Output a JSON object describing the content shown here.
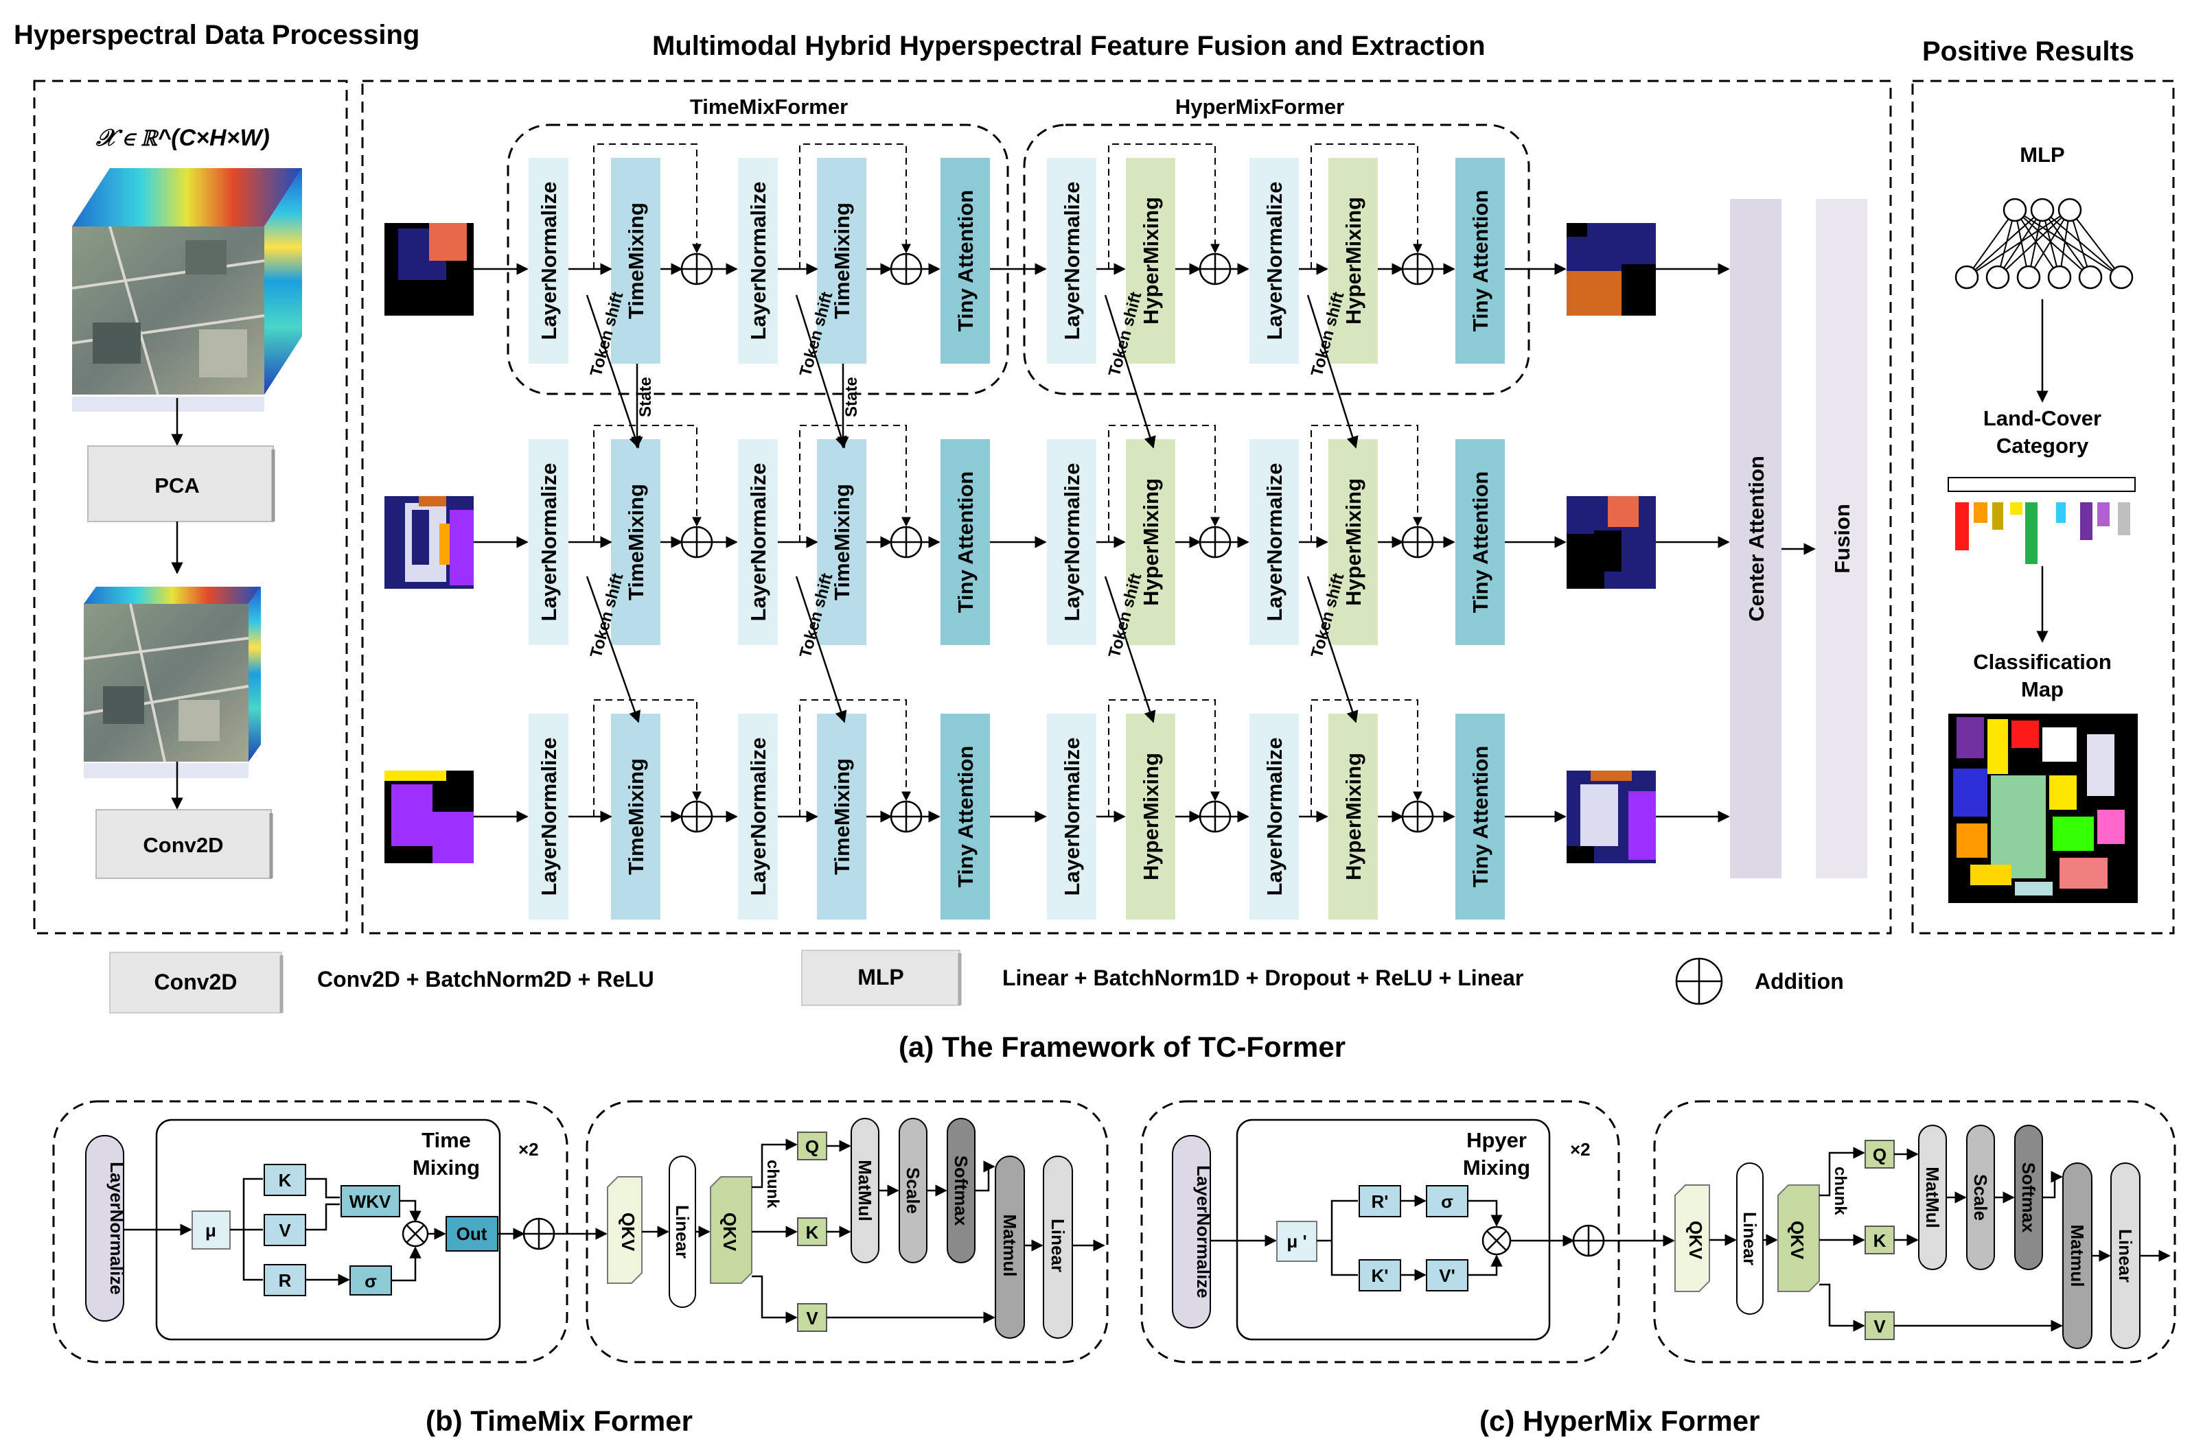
{
  "headings": {
    "left": "Hyperspectral Data Processing",
    "middle": "Multimodal Hybrid Hyperspectral Feature Fusion and Extraction",
    "right": "Positive Results"
  },
  "group_labels": {
    "timemix": "TimeMixFormer",
    "hypermix": "HyperMixFormer"
  },
  "math_label": "𝒳 ∈ ℝ^(C×H×W)",
  "preprocess": {
    "pca": "PCA",
    "conv2d": "Conv2D"
  },
  "blocks": {
    "layer_norm": "LayerNormalize",
    "time_mixing": "TimeMixing",
    "hyper_mixing": "HyperMixing",
    "tiny_attention": "Tiny Attention",
    "center_attention": "Center Attention",
    "fusion": "Fusion"
  },
  "arrow_labels": {
    "token_shift": "Token shift",
    "state": "State"
  },
  "results": {
    "mlp": "MLP",
    "land_cover_1": "Land-Cover",
    "land_cover_2": "Category",
    "map_1": "Classification",
    "map_2": "Map"
  },
  "legend": {
    "conv2d_box": "Conv2D",
    "conv2d_desc": "Conv2D + BatchNorm2D + ReLU",
    "mlp_box": "MLP",
    "mlp_desc": "Linear + BatchNorm1D + Dropout + ReLU + Linear",
    "addition": "Addition"
  },
  "captions": {
    "a": "(a) The Framework of TC-Former",
    "b": "(b) TimeMix Former",
    "c": "(c) HyperMix Former"
  },
  "timemix_detail": {
    "layer_norm": "LayerNormalize",
    "title_1": "Time",
    "title_2": "Mixing",
    "times": "×2",
    "mu": "μ",
    "k": "K",
    "v": "V",
    "r": "R",
    "wkv": "WKV",
    "sigma": "σ",
    "out": "Out",
    "qkv": "QKV",
    "linear": "Linear",
    "chunk": "chunk",
    "q": "Q",
    "matmul": "MatMul",
    "scale": "Scale",
    "softmax": "Softmax",
    "matmul2": "Matmul",
    "linear2": "Linear"
  },
  "hypermix_detail": {
    "layer_norm": "LayerNormalize",
    "title_1": "Hpyer",
    "title_2": "Mixing",
    "times": "×2",
    "mu": "μ '",
    "r": "R'",
    "k": "K'",
    "v": "V'",
    "sigma": "σ",
    "qkv": "QKV",
    "linear": "Linear",
    "chunk": "chunk",
    "q": "Q",
    "k2": "K",
    "v2": "V",
    "matmul": "MatMul",
    "scale": "Scale",
    "softmax": "Softmax",
    "matmul2": "Matmul",
    "linear2": "Linear"
  },
  "colors": {
    "layer_norm": "#dff0f5",
    "time_mixing": "#b8dde8",
    "hyper_mixing": "#d7e6bf",
    "tiny_attention": "#8ccad6",
    "center_attention": "#dcd8e6",
    "fusion": "#e9e6ef",
    "gray_box": "#e6e6e6",
    "out_box": "#4aa9c4"
  }
}
